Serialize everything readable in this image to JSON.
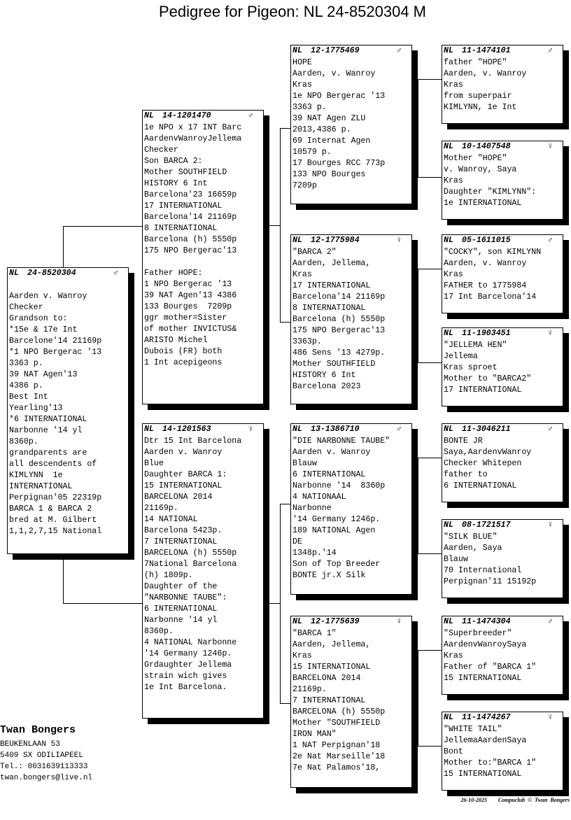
{
  "title": "Pedigree for Pigeon: NL  24-8520304 M",
  "pigeons": {
    "subject": {
      "country": "NL",
      "ring": "24-8520304",
      "sex": "♂",
      "lines": [
        "",
        "Aarden v. Wanroy",
        "Checker",
        "Grandson to:",
        "*15e & 17e Int",
        "Barcelone'14 21169p",
        "*1 NPO Bergerac '13",
        "3363 p.",
        "39 NAT Agen'13",
        "4386 p.",
        "Best Int",
        "Yearling'13",
        "*6 INTERNATIONAL",
        "Narbonne '14 yl",
        "8360p.",
        "grandparents are",
        "all descendents of",
        "KIMLYNN  1e",
        "INTERNATIONAL",
        "Perpignan'05 22319p",
        "BARCA 1 & BARCA 2",
        "bred at M. Gilbert",
        "1,1,2,7,15 National"
      ]
    },
    "sire": {
      "country": "NL",
      "ring": "14-1201470",
      "sex": "♂",
      "lines": [
        "1e NPO x 17 INT Barc",
        "AardenvWanroyJellema",
        "Checker",
        "Son BARCA 2:",
        "Mother SOUTHFIELD",
        "HISTORY 6 Int",
        "Barcelona'23 16659p",
        "17 INTERNATIONAL",
        "Barcelona'14 21169p",
        "8 INTERNATIONAL",
        "Barcelona (h) 5550p",
        "175 NPO Bergerac'13",
        "",
        "Father HOPE:",
        "1 NPO Bergerac '13",
        "39 NAT Agen'13 4386",
        "133 Bourges  7209p",
        "ggr mother=Sister",
        "of mother INVICTUS&",
        "ARISTO Michel",
        "Dubois (FR) both",
        "1 Int acepigeons"
      ]
    },
    "dam": {
      "country": "NL",
      "ring": "14-1201563",
      "sex": "♀",
      "lines": [
        "Dtr 15 Int Barcelona",
        "Aarden v. Wanroy",
        "Blue",
        "Daughter BARCA 1:",
        "15 INTERNATIONAL",
        "BARCELONA 2014",
        "21169p.",
        "14 NATIONAL",
        "Barcelona 5423p.",
        "7 INTERNATIONAL",
        "BARCELONA (h) 5550p",
        "7National Barcelona",
        "(h) 1809p.",
        "Daughter of the",
        "\"NARBONNE TAUBE\":",
        "6 INTERNATIONAL",
        "Narbonne '14 yl",
        "8360p.",
        "4 NATIONAL Narbonne",
        "'14 Germany 1246p.",
        "Grdaughter Jellema",
        "strain wich gives",
        "1e Int Barcelona."
      ]
    },
    "ss": {
      "country": "NL",
      "ring": "12-1775469",
      "sex": "♂",
      "lines": [
        "HOPE",
        "Aarden, v. Wanroy",
        "Kras",
        "1e NPO Bergerac '13",
        "3363 p.",
        "39 NAT Agen ZLU",
        "2013,4386 p.",
        "69 Internat Agen",
        "10579 p.",
        "17 Bourges RCC 773p",
        "133 NPO Bourges",
        "7209p"
      ]
    },
    "sd": {
      "country": "NL",
      "ring": "12-1775984",
      "sex": "♀",
      "lines": [
        "\"BARCA 2\"",
        "Aarden, Jellema,",
        "Kras",
        "17 INTERNATIONAL",
        "Barcelona'14 21169p",
        "8 INTERNATIONAL",
        "Barcelona (h) 5550p",
        "175 NPO Bergerac'13",
        "3363p.",
        "486 Sens '13 4279p.",
        "Mother SOUTHFIELD",
        "HISTORY 6 Int",
        "Barcelona 2023"
      ]
    },
    "ds": {
      "country": "NL",
      "ring": "13-1386710",
      "sex": "♂",
      "lines": [
        "\"DIE NARBONNE TAUBE\"",
        "Aarden v. Wanroy",
        "Blauw",
        "6 INTERNATIONAL",
        "Narbonne '14  8360p",
        "4 NATIONAAL",
        "Narbonne",
        "'14 Germany 1246p.",
        "189 NATIONAL Agen",
        "DE",
        "1348p.'14",
        "Son of Top Breeder",
        "BONTE jr.X Silk"
      ]
    },
    "dd": {
      "country": "NL",
      "ring": "12-1775639",
      "sex": "♀",
      "lines": [
        "\"BARCA 1\"",
        "Aarden, Jellema,",
        "Kras",
        "15 INTERNATIONAL",
        "BARCELONA 2014",
        "21169p.",
        "7 INTERNATIONAL",
        "BARCELONA (h) 5550p",
        "Mother \"SOUTHFIELD",
        "IRON MAN\"",
        "1 NAT Perpignan'18",
        "2e Nat Marseille'18",
        "7e Nat Palamos'18,"
      ]
    },
    "sss": {
      "country": "NL",
      "ring": "11-1474101",
      "sex": "♂",
      "lines": [
        "father \"HOPE\"",
        "Aarden, v. Wanroy",
        "Kras",
        "from superpair",
        "KIMLYNN, 1e Int"
      ]
    },
    "ssd": {
      "country": "NL",
      "ring": "10-1407548",
      "sex": "♀",
      "lines": [
        "Mother \"HOPE\"",
        "v. Wanroy, Saya",
        "Kras",
        "Daughter \"KIMLYNN\":",
        "1e INTERNATIONAL"
      ]
    },
    "sds": {
      "country": "NL",
      "ring": "05-1611015",
      "sex": "♂",
      "lines": [
        "\"COCKY\", son KIMLYNN",
        "Aarden, v. Wanroy",
        "Kras",
        "FATHER to 1775984",
        "17 Int Barcelona'14"
      ]
    },
    "sdd": {
      "country": "NL",
      "ring": "11-1903451",
      "sex": "♀",
      "lines": [
        "\"JELLEMA HEN\"",
        "Jellema",
        "Kras sproet",
        "Mother to \"BARCA2\"",
        "17 INTERNATIONAL"
      ]
    },
    "dss": {
      "country": "NL",
      "ring": "11-3046211",
      "sex": "♂",
      "lines": [
        "BONTE JR",
        "Saya,AardenvWanroy",
        "Checker Whitepen",
        "father to",
        "6 INTERNATIONAL"
      ]
    },
    "dsd": {
      "country": "NL",
      "ring": "08-1721517",
      "sex": "♀",
      "lines": [
        "\"SILK BLUE\"",
        "Aarden, Saya",
        "Blauw",
        "70 International",
        "Perpignan'11 15192p"
      ]
    },
    "dds": {
      "country": "NL",
      "ring": "11-1474304",
      "sex": "♂",
      "lines": [
        "\"Superbreeder\"",
        "AardenvWanroySaya",
        "Kras",
        "Father of \"BARCA 1\"",
        "15 INTERNATIONAL"
      ]
    },
    "ddd": {
      "country": "NL",
      "ring": "11-1474267",
      "sex": "♀",
      "lines": [
        "\"WHITE TAIL\"",
        "JellemaAardenSaya",
        "Bont",
        "Mother to:\"BARCA 1\"",
        "15 INTERNATIONAL"
      ]
    }
  },
  "owner": {
    "name": "Twan Bongers",
    "address": "BEUKENLAAN 53",
    "city": "5409 SX  ODILIAPEEL",
    "phone": "Tel.: 0031639113333",
    "email": "twan.bongers@live.nl"
  },
  "footer": {
    "date": "26-10-2025",
    "credit": "Compuclub © Twan Bongers"
  }
}
